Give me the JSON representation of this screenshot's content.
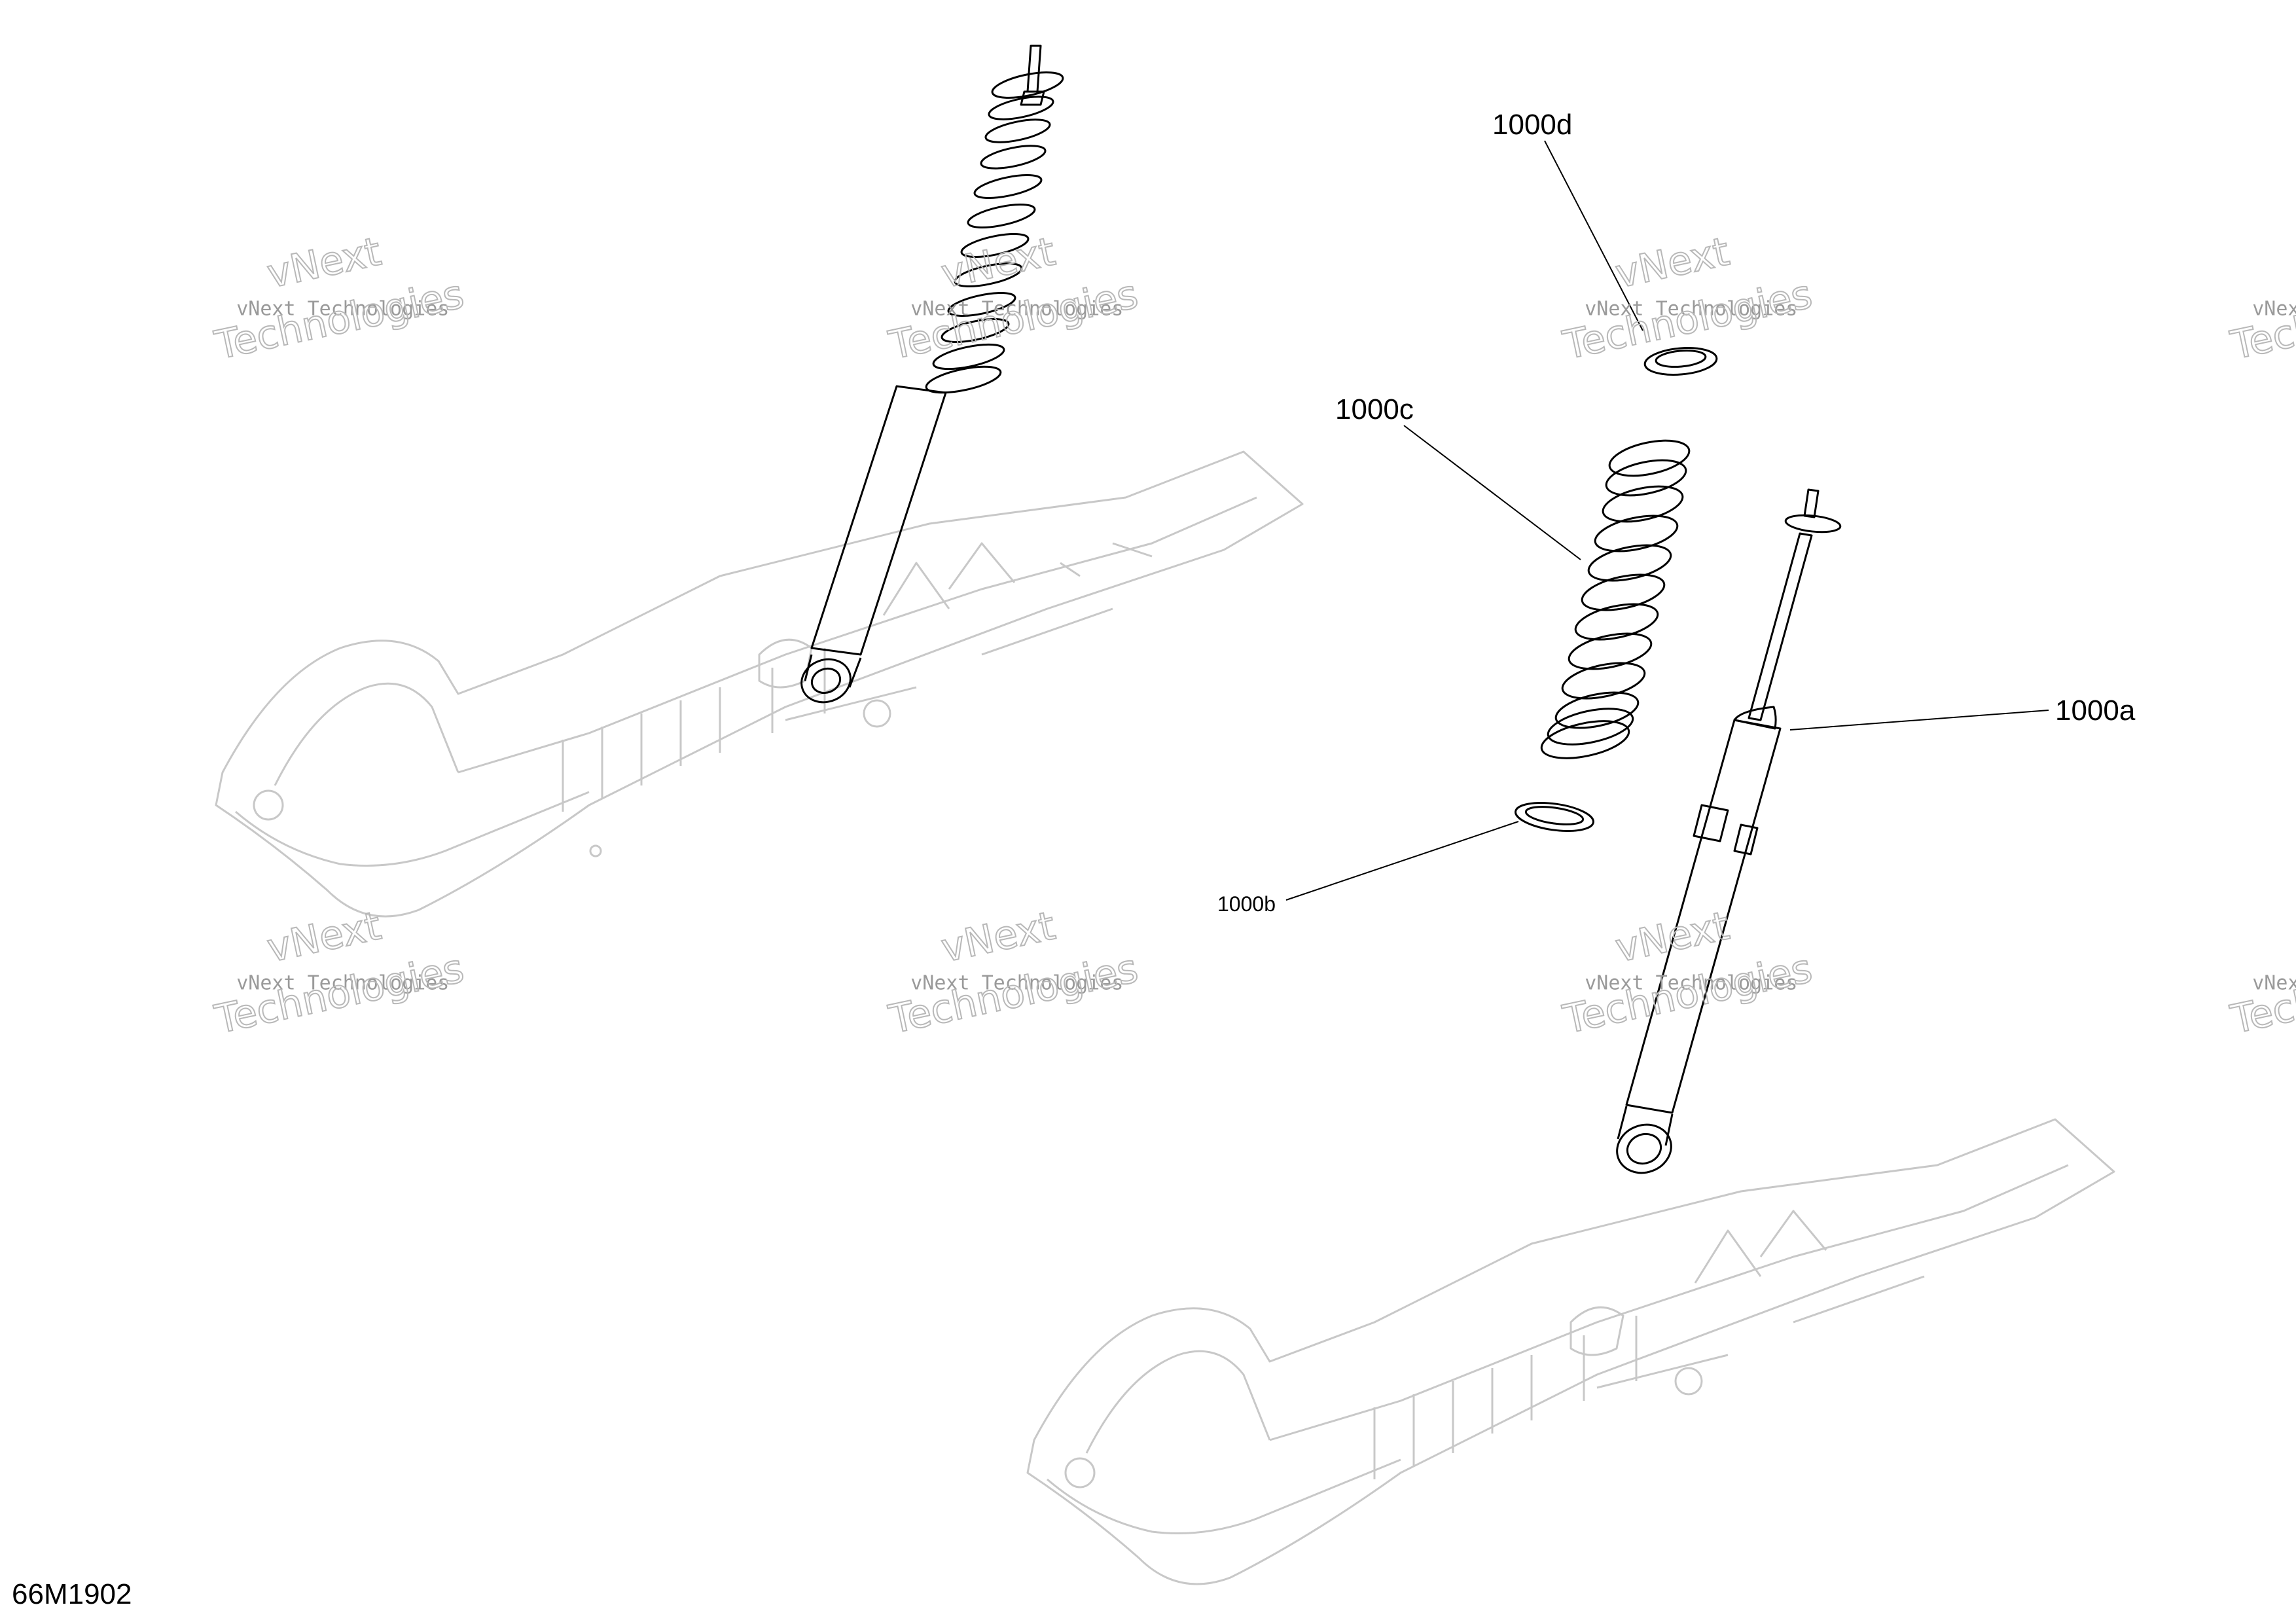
{
  "diagram": {
    "drawing_id": "66M1902",
    "callouts": {
      "a": "1000a",
      "b": "1000b",
      "c": "1000c",
      "d": "1000d"
    },
    "watermark": {
      "line1": "vNext Technologies",
      "big_top": "vNext",
      "big_bottom": "Technologies"
    },
    "colors": {
      "line": "#000000",
      "ghost": "#c8c8c8",
      "watermark": "#9a9a9a"
    }
  }
}
